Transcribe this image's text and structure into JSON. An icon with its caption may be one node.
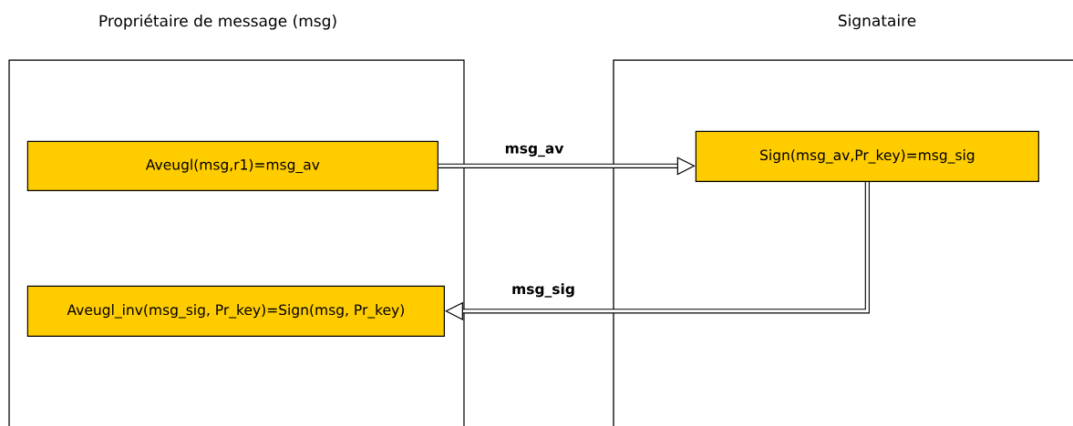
{
  "diagram": {
    "nodes": [
      {
        "text": [
          "Propriétaire de message (msg)"
        ]
      },
      {
        "text": [
          "Signataire"
        ]
      },
      {
        "text": [
          "Aveugl(msg,r1)=msg_av"
        ],
        "in": 0
      },
      {
        "text": [
          "Aveugl_inv(msg_sig, Pr_key)=Sign(msg, Pr_key)"
        ],
        "in": 0
      },
      {
        "text": [
          "Sign(msg_av,Pr_key)=msg_sig"
        ],
        "in": 1
      }
    ],
    "edges": [
      {
        "from": 2,
        "to": 4,
        "arrow": "to",
        "label": "msg_av"
      },
      {
        "from": 4,
        "to": 3,
        "arrow": "to",
        "label": "msg_sig"
      }
    ]
  }
}
